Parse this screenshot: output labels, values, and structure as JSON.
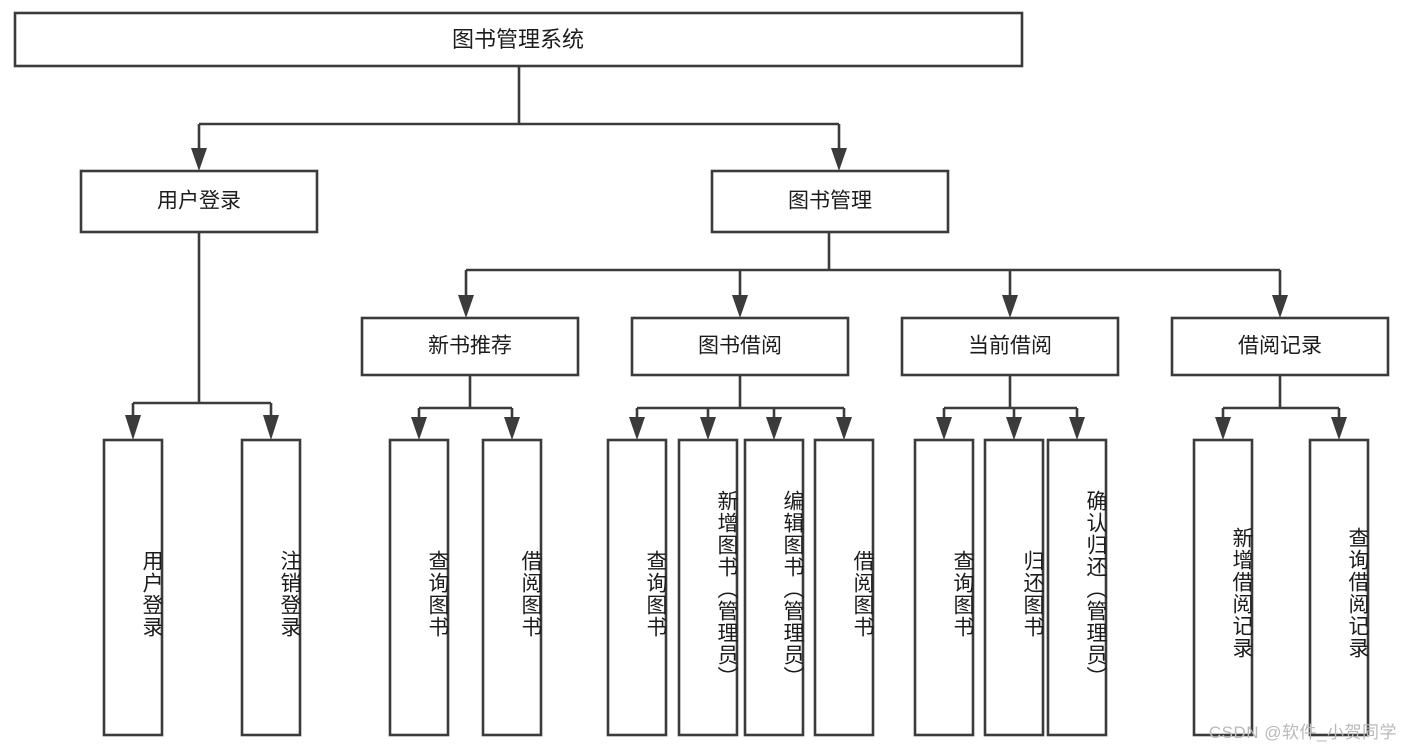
{
  "diagram": {
    "title": "图书管理系统",
    "watermark": "CSDN @软件_小贺同学",
    "colors": {
      "stroke": "#3b3b3b",
      "fill": "#ffffff",
      "text": "#1c1c1c",
      "watermark": "#b9b9b9",
      "background": "#ffffff"
    },
    "root": {
      "label": "图书管理系统"
    },
    "level1": [
      {
        "label": "用户登录"
      },
      {
        "label": "图书管理"
      }
    ],
    "level2": [
      {
        "label": "新书推荐"
      },
      {
        "label": "图书借阅"
      },
      {
        "label": "当前借阅"
      },
      {
        "label": "借阅记录"
      }
    ],
    "leaves": {
      "user_login": [
        {
          "label": "用户登录"
        },
        {
          "label": "注销登录"
        }
      ],
      "new_book": [
        {
          "label": "查询图书"
        },
        {
          "label": "借阅图书"
        }
      ],
      "book_borrow": [
        {
          "label": "查询图书"
        },
        {
          "label": "新增图书（管理员）"
        },
        {
          "label": "编辑图书（管理员）"
        },
        {
          "label": "借阅图书"
        }
      ],
      "current_borrow": [
        {
          "label": "查询图书"
        },
        {
          "label": "归还图书"
        },
        {
          "label": "确认归还（管理员）"
        }
      ],
      "borrow_record": [
        {
          "label": "新增借阅记录"
        },
        {
          "label": "查询借阅记录"
        }
      ]
    }
  }
}
